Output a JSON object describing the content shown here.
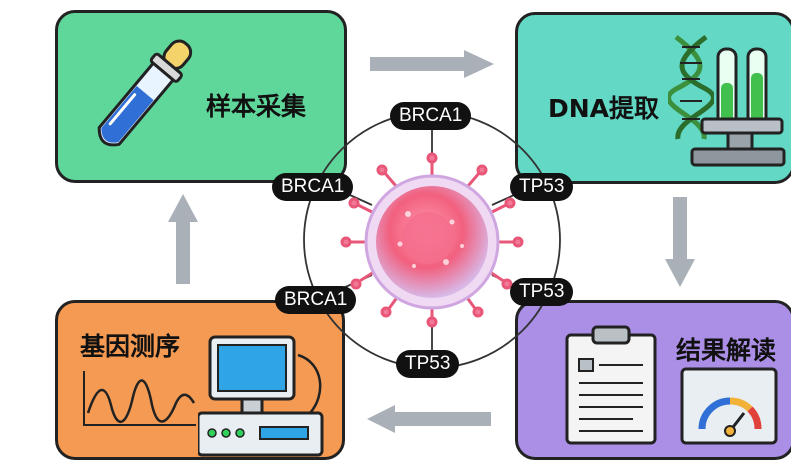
{
  "steps": {
    "sample": {
      "label": "样本采集",
      "color": "#5fd69a"
    },
    "dna": {
      "label": "DNA提取",
      "color": "#62d8c5"
    },
    "sequencing": {
      "label": "基因测序",
      "color": "#f59a52"
    },
    "interpretation": {
      "label": "结果解读",
      "color": "#ab8ee6"
    }
  },
  "genes": {
    "top": "BRCA1",
    "upper_left": "BRCA1",
    "upper_right": "TP53",
    "lower_left": "BRCA1",
    "lower_right": "TP53",
    "bottom": "TP53"
  }
}
